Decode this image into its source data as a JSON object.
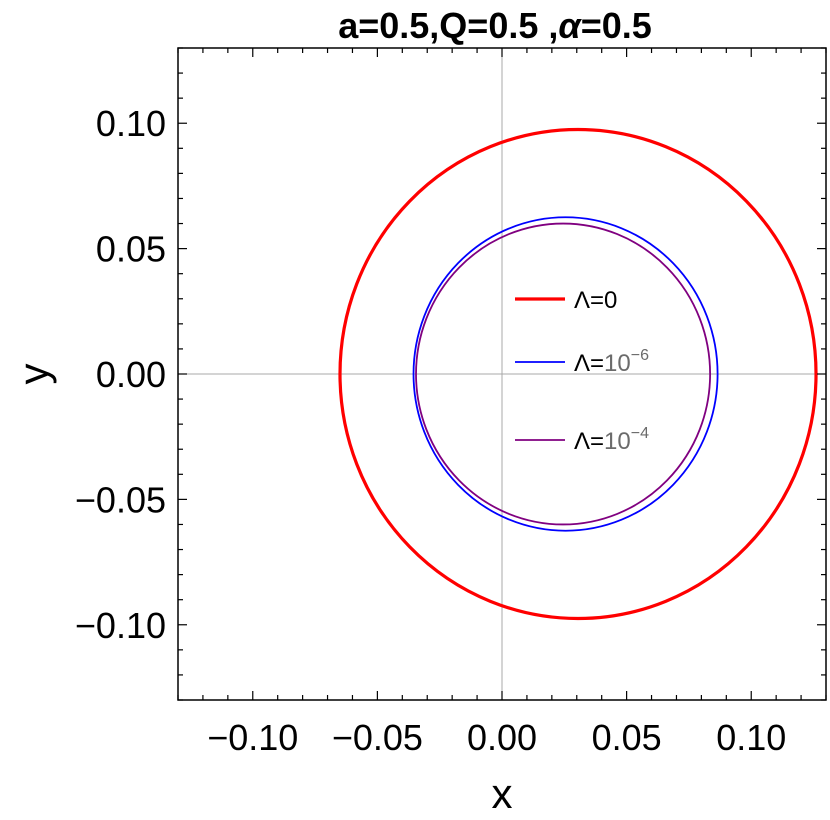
{
  "chart_data": {
    "type": "line",
    "title": "a=0.5,Q=0.5 ,α=0.5",
    "title_parts": {
      "a": "a=0.5,Q=0.5 ,",
      "alpha": "α",
      "b": "=0.5"
    },
    "xlabel": "x",
    "ylabel": "y",
    "xlim": [
      -0.13,
      0.13
    ],
    "ylim": [
      -0.13,
      0.13
    ],
    "xticks": [
      -0.1,
      -0.05,
      0.0,
      0.05,
      0.1
    ],
    "yticks": [
      -0.1,
      -0.05,
      0.0,
      0.05,
      0.1
    ],
    "xtick_labels": [
      "−0.10",
      "−0.05",
      "0.00",
      "0.05",
      "0.10"
    ],
    "ytick_labels": [
      "−0.10",
      "−0.05",
      "0.00",
      "0.05",
      "0.10"
    ],
    "grid": false,
    "origin_axes": true,
    "legend_position": "center",
    "series": [
      {
        "name": "Λ=0",
        "label_base": "Λ=0",
        "label_sup": "",
        "color": "#ff0000",
        "center": [
          0.0305,
          0.0
        ],
        "radius_x": 0.0955,
        "radius_y": 0.0975
      },
      {
        "name": "Λ=10⁻⁶",
        "label_base": "Λ=10",
        "label_sup": "−6",
        "color": "#0000ff",
        "center": [
          0.0255,
          0.0
        ],
        "radius_x": 0.061,
        "radius_y": 0.0625
      },
      {
        "name": "Λ=10⁻⁴",
        "label_base": "Λ=10",
        "label_sup": "−4",
        "color": "#800080",
        "center": [
          0.0245,
          0.0
        ],
        "radius_x": 0.059,
        "radius_y": 0.06
      }
    ]
  }
}
